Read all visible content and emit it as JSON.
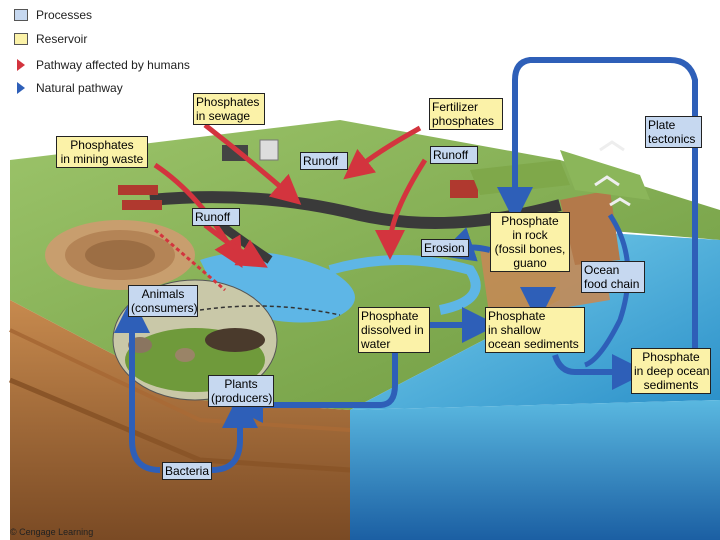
{
  "legend": {
    "processes": "Processes",
    "reservoir": "Reservoir",
    "human_pathway": "Pathway affected by humans",
    "natural_pathway": "Natural pathway",
    "colors": {
      "process": "#c6d8f0",
      "reservoir": "#fbf2a8",
      "human": "#d3343e",
      "natural": "#2e5fb8"
    }
  },
  "labels": {
    "sewage": "Phosphates\nin sewage",
    "fertilizer": "Fertilizer\nphosphates",
    "mining": "Phosphates\nin mining waste",
    "runoff_1": "Runoff",
    "runoff_2": "Runoff",
    "runoff_3": "Runoff",
    "plate_tectonics": "Plate\ntectonics",
    "erosion": "Erosion",
    "rock": "Phosphate\nin rock\n(fossil bones,\nguano",
    "ocean_food_chain": "Ocean\nfood chain",
    "animals": "Animals\n(consumers)",
    "dissolved": "Phosphate\ndissolved in\nwater",
    "shallow_sediments": "Phosphate\nin shallow\nocean sediments",
    "deep_sediments": "Phosphate\nin deep ocean\nsediments",
    "plants": "Plants\n(producers)",
    "bacteria": "Bacteria"
  },
  "copyright": "© Cengage Learning"
}
